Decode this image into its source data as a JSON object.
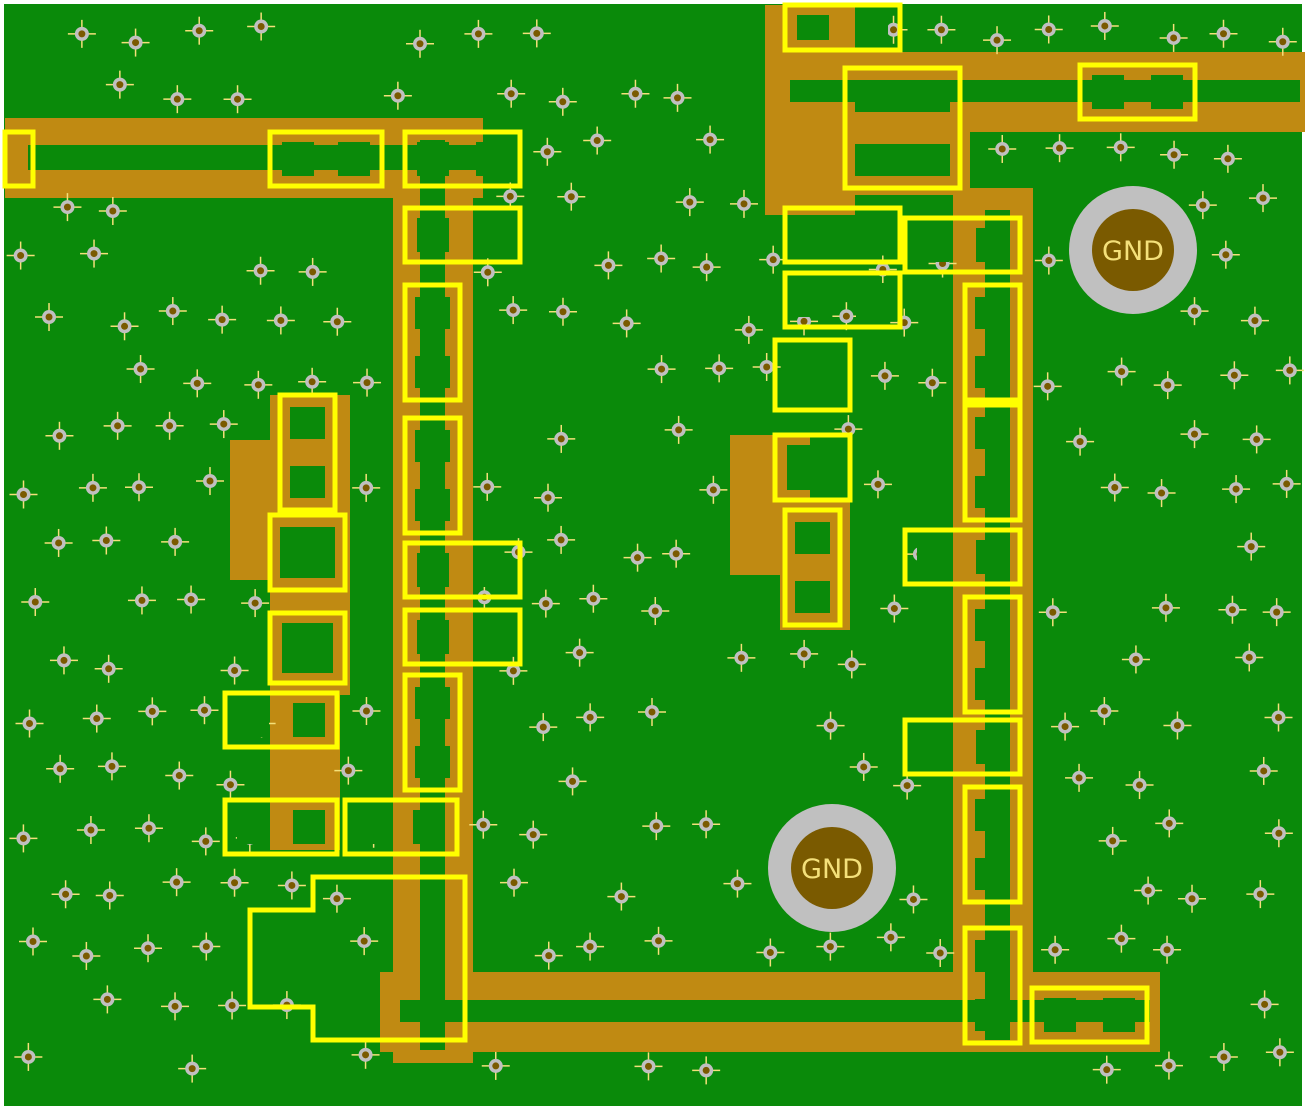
{
  "view": {
    "type": "pcb-layout",
    "colors": {
      "background": "#0a8a0a",
      "copper": "#c08a12",
      "silkscreen": "#ffff00",
      "via_ring": "#c0c0c0",
      "via_hole": "#7a5a00",
      "label": "#f4e07a"
    }
  },
  "pads": [
    {
      "name": "gnd-pad-1",
      "label": "GND"
    },
    {
      "name": "gnd-pad-2",
      "label": "GND"
    }
  ]
}
